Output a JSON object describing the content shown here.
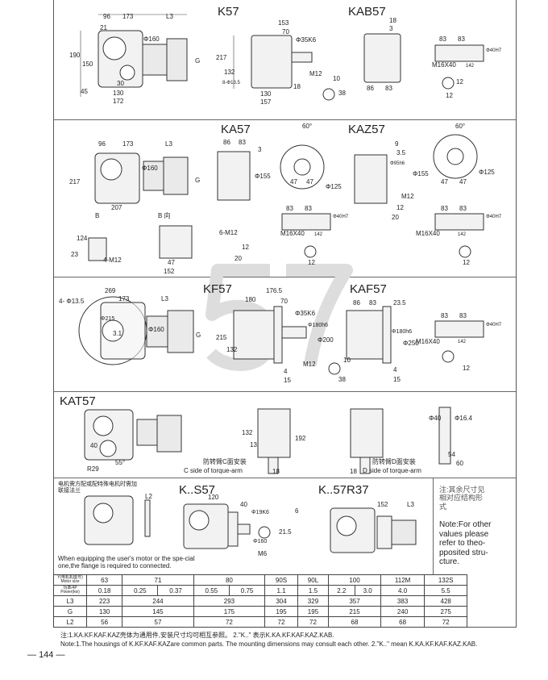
{
  "titles": {
    "k57": "K57",
    "kab57": "KAB57",
    "ka57": "KA57",
    "kaz57": "KAZ57",
    "kf57": "KF57",
    "kaf57": "KAF57",
    "kat57": "KAT57",
    "ks57": "K..S57",
    "k57r37": "K..57R37"
  },
  "watermark": "57",
  "dims_k57": [
    "21",
    "96",
    "173",
    "L3",
    "190",
    "150",
    "45",
    "30",
    "130",
    "172",
    "217",
    "Φ160",
    "G",
    "153",
    "70",
    "Φ35K6",
    "132",
    "M12",
    "130",
    "157",
    "18",
    "10",
    "38",
    "8-Φ13.5"
  ],
  "dims_kab57": [
    "18",
    "3",
    "83",
    "83",
    "M16X40",
    "142",
    "Φ40H7",
    "86",
    "83",
    "12",
    "12"
  ],
  "dims_ka57": [
    "96",
    "173",
    "L3",
    "217",
    "Φ160",
    "G",
    "207",
    "B",
    "B 向",
    "86",
    "83",
    "3",
    "Φ155",
    "124",
    "23",
    "4-M12",
    "47",
    "152",
    "6-M12",
    "20",
    "12"
  ],
  "dims_kaz57": [
    "60°",
    "Φ125",
    "47",
    "47",
    "9",
    "3.5",
    "Φ155",
    "Φ95h6",
    "M12",
    "12",
    "20",
    "60°",
    "Φ125",
    "47",
    "47",
    "83",
    "83",
    "M16X40",
    "142",
    "Φ40H7",
    "12",
    "83",
    "83",
    "M16X40",
    "142",
    "Φ40H7",
    "12"
  ],
  "dims_kf57": [
    "4- Φ13.5",
    "269",
    "173",
    "L3",
    "Φ215",
    "3.1",
    "Φ160",
    "G",
    "215",
    "132",
    "180",
    "176.5",
    "70",
    "Φ35K6",
    "Φ180h6",
    "Φ200",
    "4",
    "15",
    "M12",
    "10",
    "38"
  ],
  "dims_kaf57": [
    "86",
    "83",
    "23.5",
    "Φ180h6",
    "Φ250",
    "4",
    "15",
    "83",
    "83",
    "M16X40",
    "142",
    "Φ40H7",
    "12"
  ],
  "dims_kat57": [
    "40",
    "R29",
    "55°",
    "132",
    "13",
    "192",
    "18",
    "18",
    "Φ40",
    "Φ16.4",
    "54",
    "60"
  ],
  "torque_arm": {
    "c_cn": "防转臂C面安装",
    "c_en": "C side of torque-arm",
    "d_cn": "防转臂D面安装",
    "d_en": "D side of torque-arm"
  },
  "flange_note": {
    "cn": "电机需方配或配特殊电机时需加联接法兰",
    "en": "When equipping the user's motor or the spe-cial one,the flange is required to connected.",
    "l2": "L2"
  },
  "dims_ks57": [
    "120",
    "40",
    "Φ19K6",
    "Φ160",
    "M6",
    "6",
    "21.5"
  ],
  "dims_k57r37": [
    "152",
    "L3"
  ],
  "side_note": {
    "cn": "注:其余尺寸见相对应结构形式",
    "en": "Note:For other values please refer to theo-pposited stru-cture."
  },
  "table": {
    "header_motor": "Y(电机机座号) Motor size",
    "header_power": "功率/4P Power(kw)",
    "motor_sizes": [
      "63",
      "71",
      "80",
      "90S",
      "90L",
      "100",
      "112M",
      "132S"
    ],
    "power": [
      "0.18",
      "0.25",
      "0.37",
      "0.55",
      "0.75",
      "1.1",
      "1.5",
      "2.2",
      "3.0",
      "4.0",
      "5.5"
    ],
    "rows": [
      {
        "label": "L3",
        "values": [
          "223",
          "244",
          "293",
          "304",
          "329",
          "357",
          "383",
          "428"
        ]
      },
      {
        "label": "G",
        "values": [
          "130",
          "145",
          "175",
          "195",
          "195",
          "215",
          "240",
          "275"
        ]
      },
      {
        "label": "L2",
        "values": [
          "56",
          "57",
          "72",
          "72",
          "72",
          "68",
          "68",
          "72"
        ]
      }
    ]
  },
  "notes": [
    "注:1.KA.KF.KAF.KAZ壳体为通用件,安装尺寸均可相互参照。 2.\"K..\" 表示K.KA.KF.KAF.KAZ.KAB.",
    "Note:1.The  housings  of  K.KF.KAF.KAZare common parts. The mounting dimensions may consult each other.  2.\"K..\" mean K.KA.KF.KAF.KAZ.KAB."
  ],
  "page_number": "144"
}
